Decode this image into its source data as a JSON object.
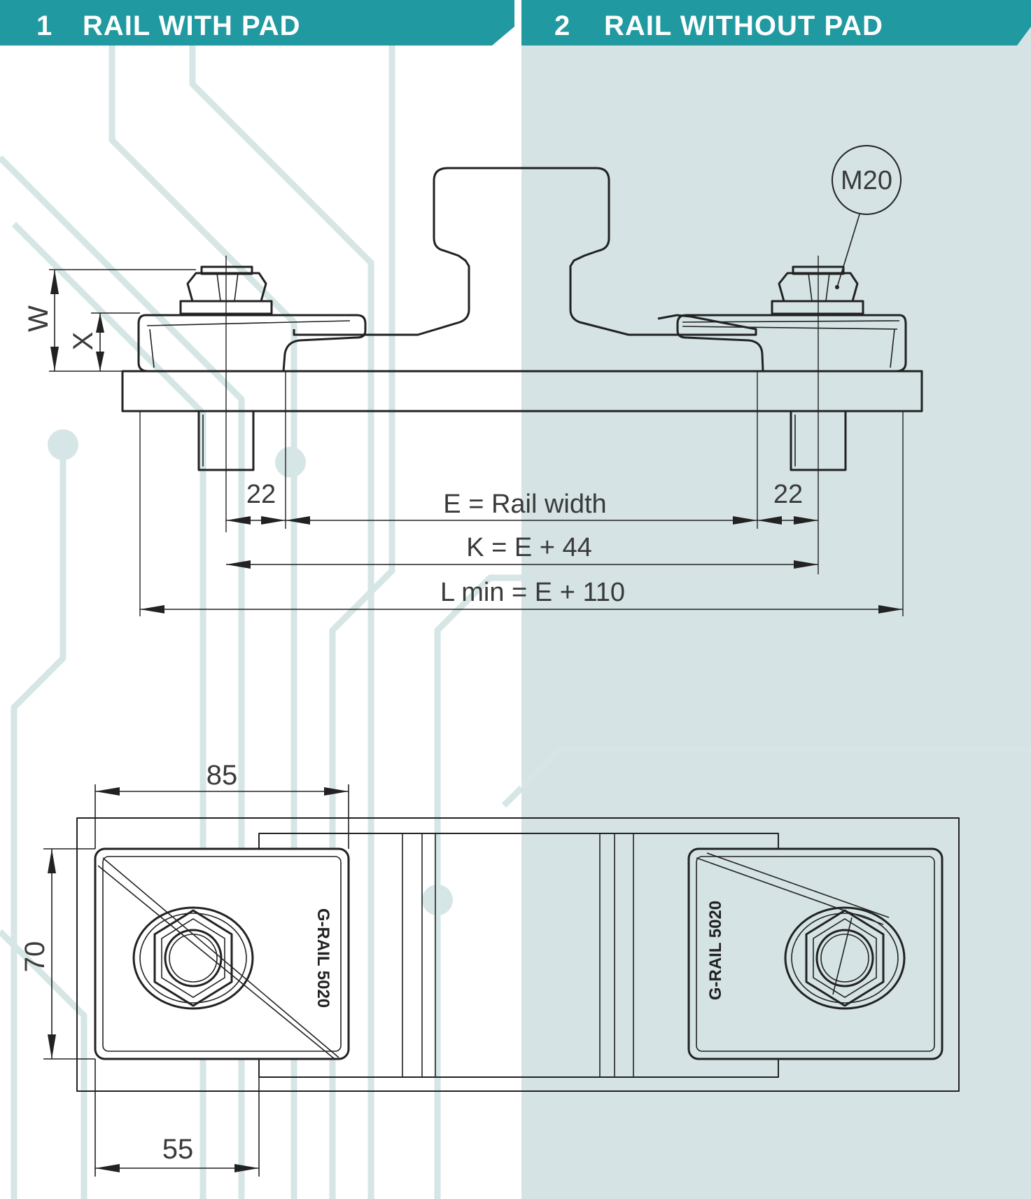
{
  "headers": {
    "left": {
      "number": "1",
      "title": "RAIL WITH PAD"
    },
    "right": {
      "number": "2",
      "title": "RAIL WITHOUT PAD"
    }
  },
  "callout": {
    "bolt_size": "M20"
  },
  "side_view": {
    "w_label": "W",
    "x_label": "X",
    "left_offset": "22",
    "right_offset": "22",
    "e_formula": "E = Rail width",
    "k_formula": "K = E + 44",
    "l_formula": "L min = E + 110"
  },
  "plan_view": {
    "width_dim": "85",
    "height_dim": "70",
    "offset_dim": "55",
    "clip_marking_left": "G-RAIL 5020",
    "clip_marking_right": "G-RAIL 5020"
  },
  "colors": {
    "header_bg": "#2199a1",
    "right_panel_bg": "#d5e3e4",
    "circuit_trace": "#d6e5e5",
    "line": "#222222"
  }
}
